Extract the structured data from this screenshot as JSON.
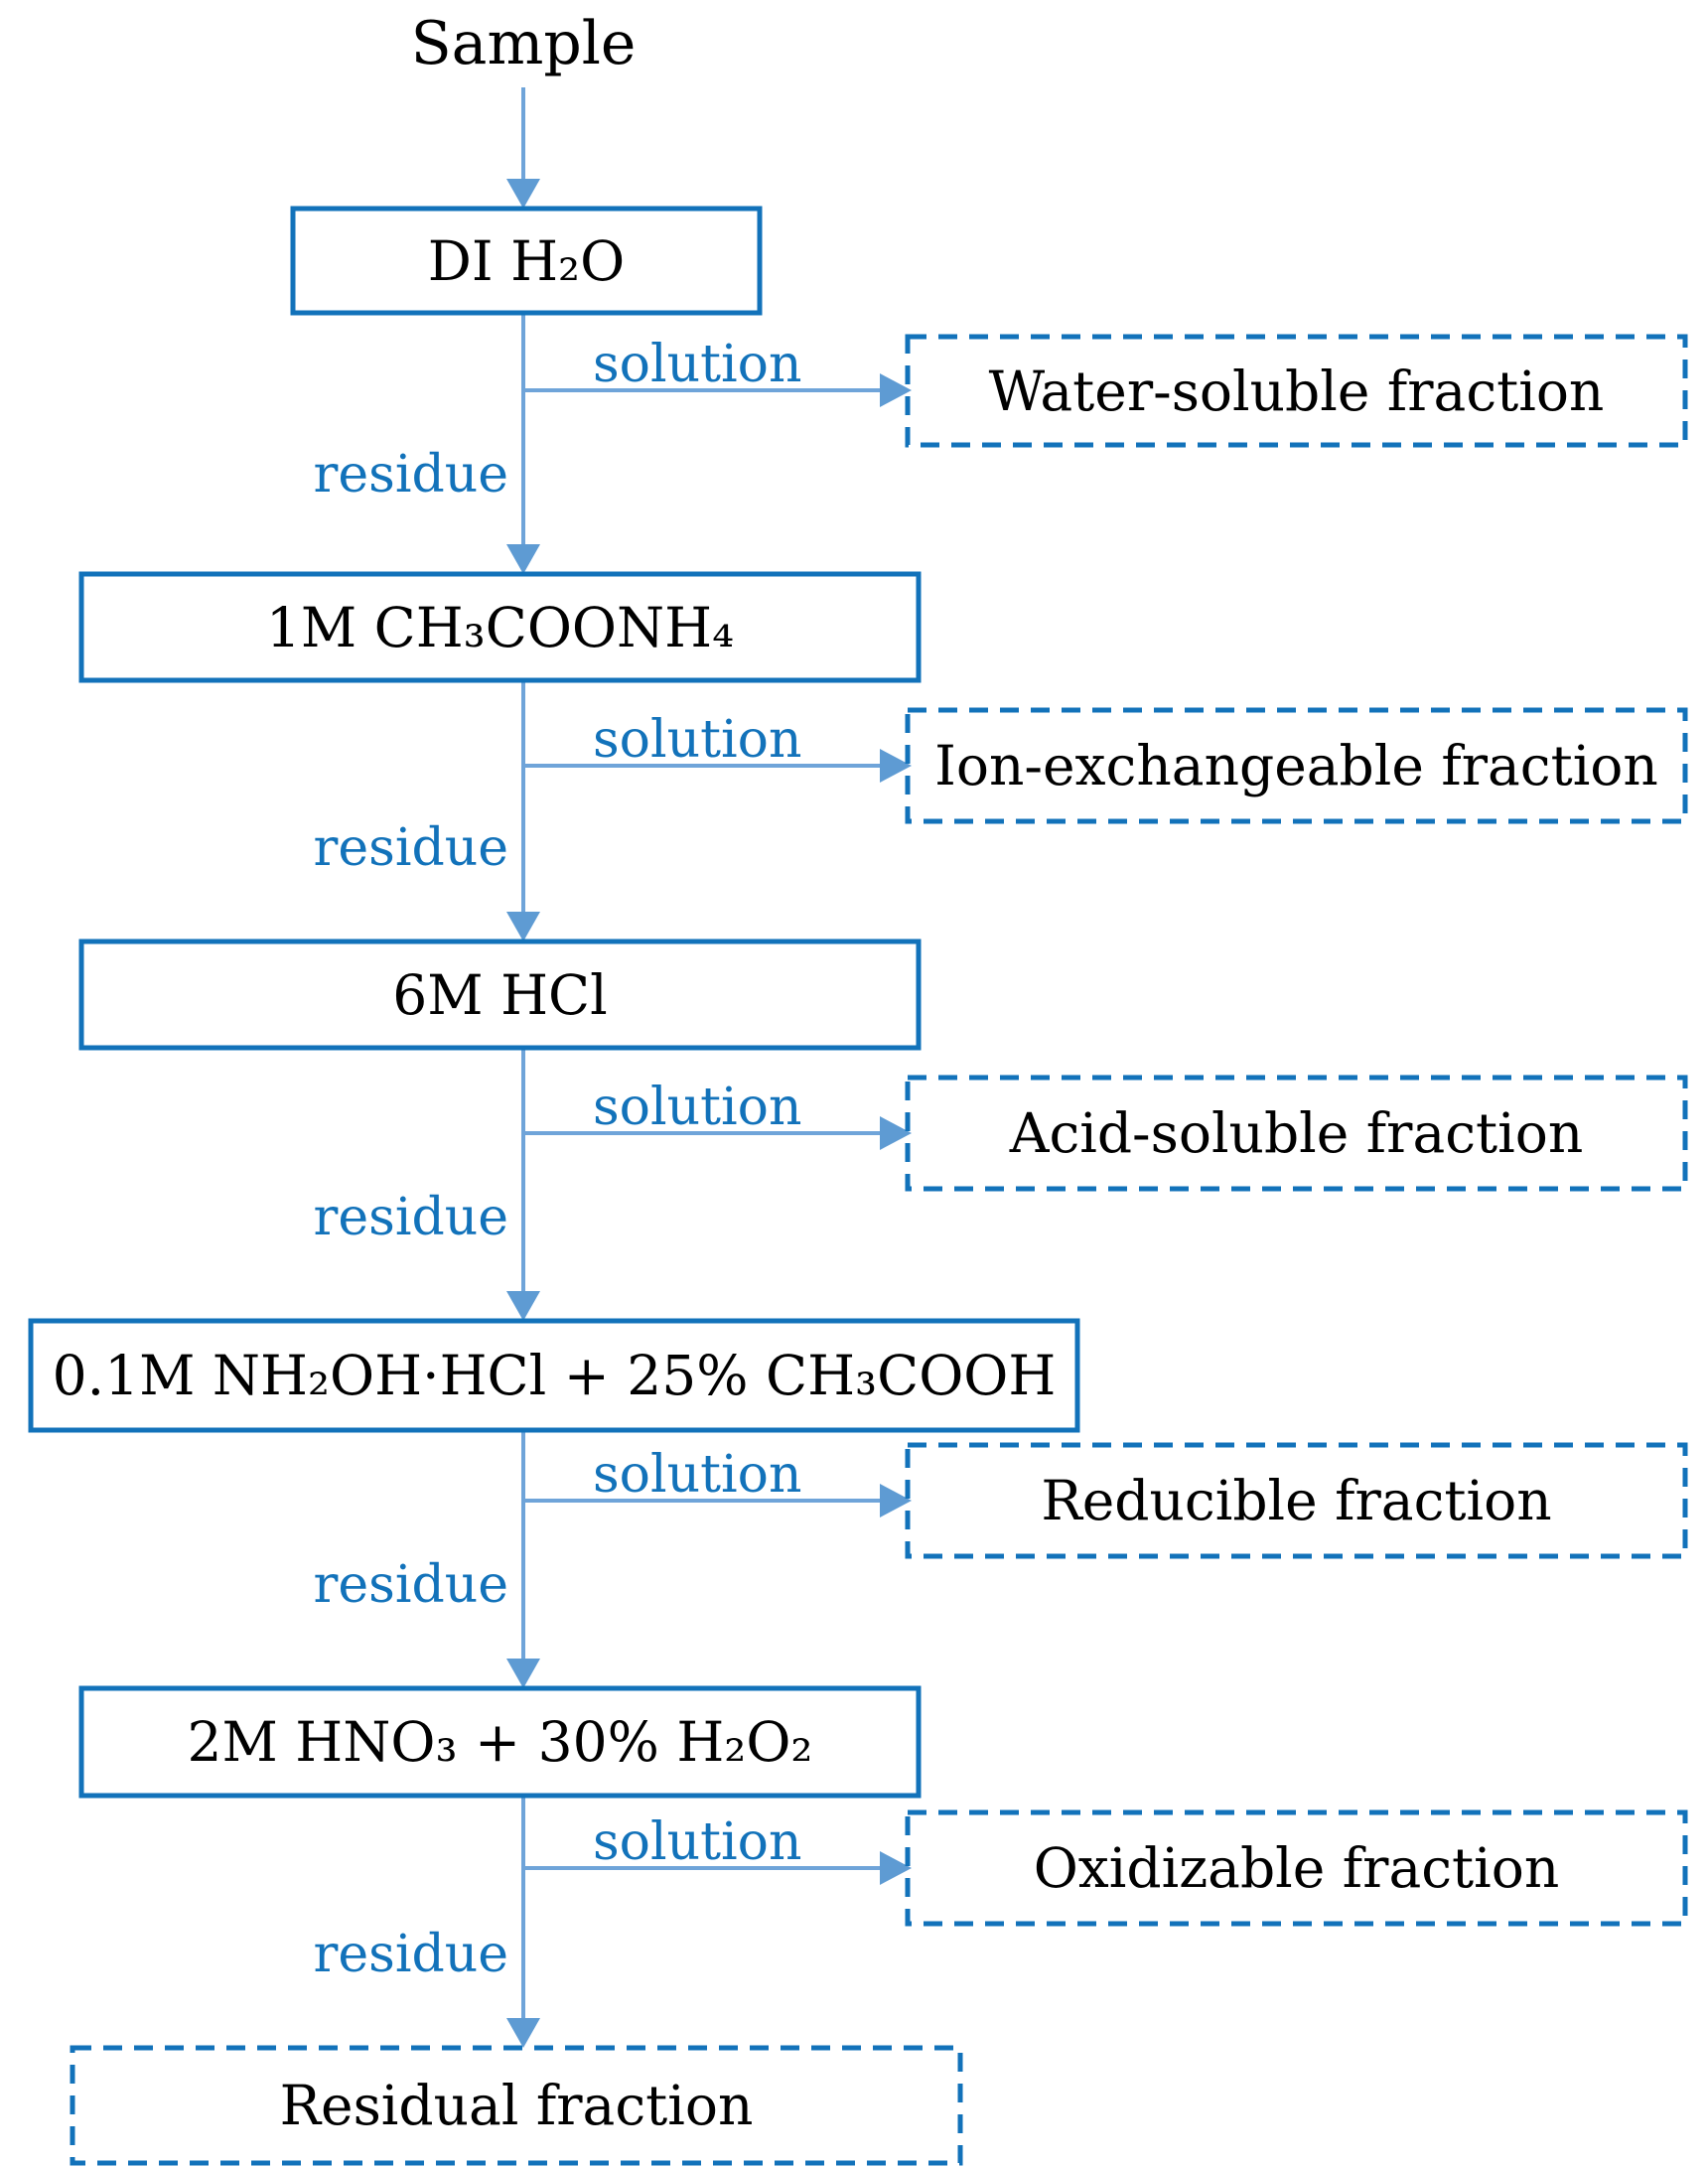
{
  "diagram": {
    "sample_label": "Sample",
    "steps": [
      {
        "reagent": "DI H₂O",
        "solution_label": "solution",
        "residue_label": "residue",
        "fraction": "Water-soluble fraction"
      },
      {
        "reagent": "1M CH₃COONH₄",
        "solution_label": "solution",
        "residue_label": "residue",
        "fraction": "Ion-exchangeable fraction"
      },
      {
        "reagent": "6M HCl",
        "solution_label": "solution",
        "residue_label": "residue",
        "fraction": "Acid-soluble fraction"
      },
      {
        "reagent": "0.1M NH₂OH·HCl + 25% CH₃COOH",
        "solution_label": "solution",
        "residue_label": "residue",
        "fraction": "Reducible fraction"
      },
      {
        "reagent": "2M HNO₃ + 30% H₂O₂",
        "solution_label": "solution",
        "residue_label": "residue",
        "fraction": "Oxidizable fraction"
      }
    ],
    "final_fraction": "Residual fraction",
    "colors": {
      "outline_blue": "#1272BA",
      "connector_blue": "#6FA4D9",
      "arrowhead_blue": "#5E9BD3",
      "text_black": "#000000",
      "background": "#FFFFFF"
    }
  }
}
